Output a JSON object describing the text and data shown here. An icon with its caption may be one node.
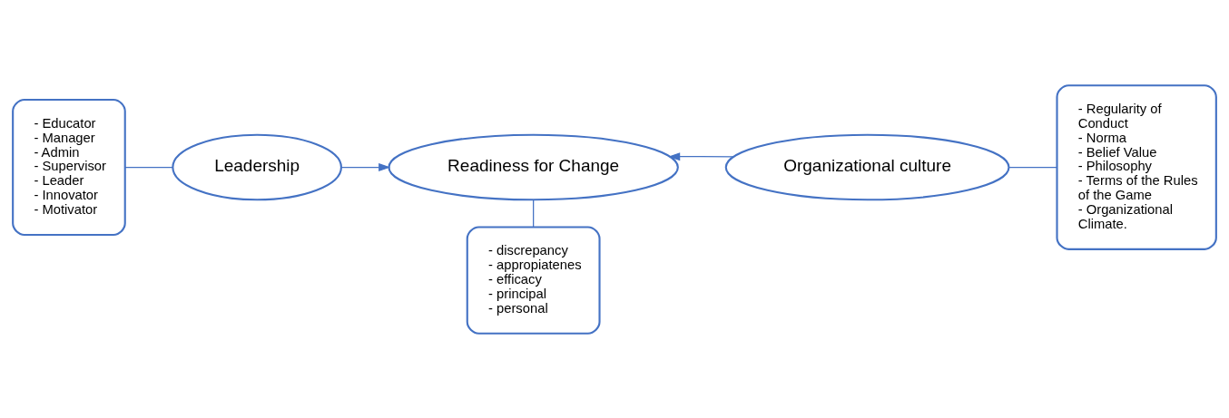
{
  "diagram": {
    "nodes": [
      {
        "text": [
          "- Educator",
          "- Manager",
          "- Admin",
          "- Supervisor",
          "- Leader",
          "- Innovator",
          "- Motivator"
        ]
      },
      {
        "text": [
          "Leadership"
        ]
      },
      {
        "text": [
          "Readiness for Change"
        ]
      },
      {
        "text": [
          "Organizational culture"
        ]
      },
      {
        "text": [
          "- Regularity of Conduct",
          "- Norma",
          "- Belief Value",
          "- Philosophy",
          "- Terms of the Rules of the Game",
          "- Organizational Climate."
        ]
      },
      {
        "text": [
          "- discrepancy",
          "- appropiatenes",
          "- efficacy",
          "- principal",
          "- personal"
        ]
      }
    ],
    "edges": [
      {
        "from": 0,
        "to": 1,
        "arrow": "none"
      },
      {
        "from": 1,
        "to": 2,
        "arrow": "to"
      },
      {
        "from": 3,
        "to": 2,
        "arrow": "to"
      },
      {
        "from": 3,
        "to": 4,
        "arrow": "none"
      },
      {
        "from": 2,
        "to": 5,
        "arrow": "none"
      }
    ]
  }
}
